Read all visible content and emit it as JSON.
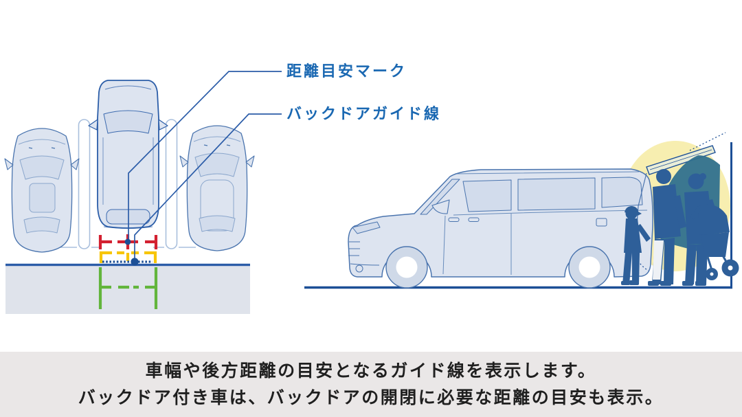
{
  "annotations": {
    "distance_mark_label": "距離目安マーク",
    "backdoor_guide_label": "バックドアガイド線"
  },
  "caption": {
    "line1": "車幅や後方距離の目安となるガイド線を表示します。",
    "line2": "バックドア付き車は、バックドアの開閉に必要な距離の目安も表示。"
  },
  "colors": {
    "label-blue": "#1a68b2",
    "leader-blue": "#2b5ca8",
    "line-navy": "#1c4f96",
    "guide-red": "#d32030",
    "guide-yellow": "#f7c508",
    "guide-green": "#62b53c",
    "car-fill": "#dde4f0",
    "car-window": "#d2dcec",
    "car-stroke": "#4a74ae",
    "car-stroke-strong": "#2b5da8",
    "car-stroke-light": "#8aa6cc",
    "post-stroke": "#a9bfdd",
    "curb-gray": "#dfe3eb",
    "silhouette-navy": "#2e5f99",
    "door-zone-teal": "#30708e",
    "door-swing-yellow": "#f7eeb0",
    "tailgate-fill": "#e9edd8",
    "pale-leg": "#eef1f5",
    "caption-bg": "#eae7e7",
    "caption-text": "#1f1f1f"
  }
}
